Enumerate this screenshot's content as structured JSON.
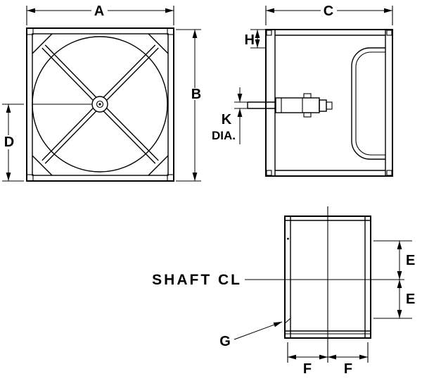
{
  "labels": {
    "a": "A",
    "b": "B",
    "c": "C",
    "d": "D",
    "e_upper": "E",
    "e_lower": "E",
    "f_left": "F",
    "f_right": "F",
    "g": "G",
    "h": "H",
    "k": "K",
    "dia": "DIA.",
    "shaft_cl": "SHAFT CL"
  }
}
